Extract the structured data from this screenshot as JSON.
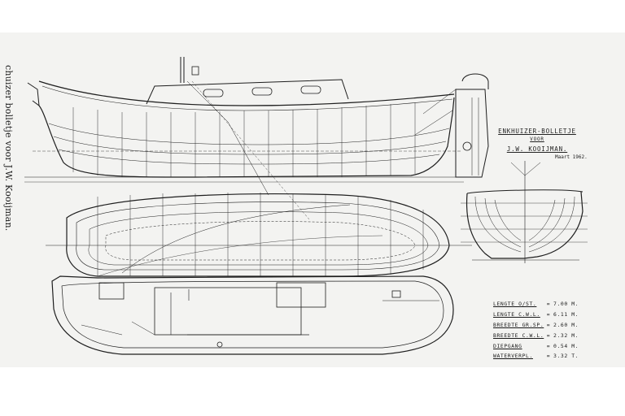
{
  "caption": "chuizer bolletje voor J.W. Kooijman.",
  "title": {
    "line1": "ENKHUIZER-BOLLETJE",
    "line2": "VOOR",
    "line3": "J.W. KOOIJMAN."
  },
  "date": "Maart 1962.",
  "specs": [
    {
      "label": "LENGTE O/ST.",
      "value": "7.00 M."
    },
    {
      "label": "LENGTE C.W.L.",
      "value": "6.11 M."
    },
    {
      "label": "BREEDTE GR.SP.",
      "value": "2.60 M."
    },
    {
      "label": "BREEDTE C.W.L.",
      "value": "2.32 M."
    },
    {
      "label": "DIEPGANG",
      "value": "0.54 M."
    },
    {
      "label": "WATERVERPL.",
      "value": "3.32 T."
    }
  ]
}
